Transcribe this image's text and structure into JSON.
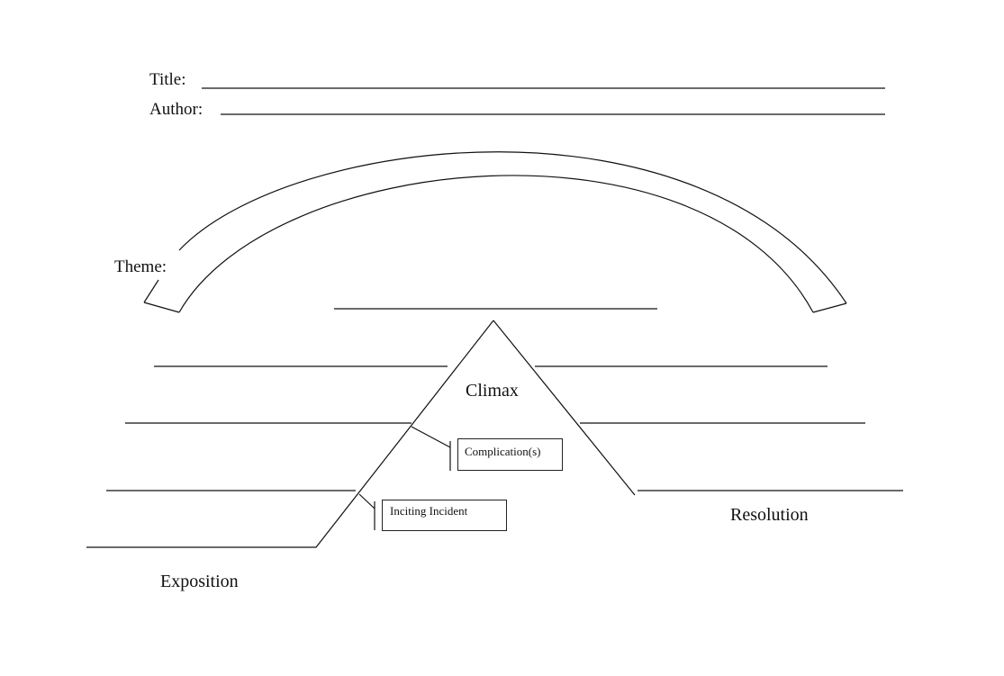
{
  "header": {
    "title_label": "Title:",
    "author_label": "Author:"
  },
  "theme": {
    "label": "Theme:"
  },
  "plot": {
    "climax_label": "Climax",
    "complication_label": "Complication(s)",
    "inciting_label": "Inciting Incident",
    "resolution_label": "Resolution",
    "exposition_label": "Exposition"
  },
  "colors": {
    "ink": "#111111",
    "background": "#ffffff"
  }
}
